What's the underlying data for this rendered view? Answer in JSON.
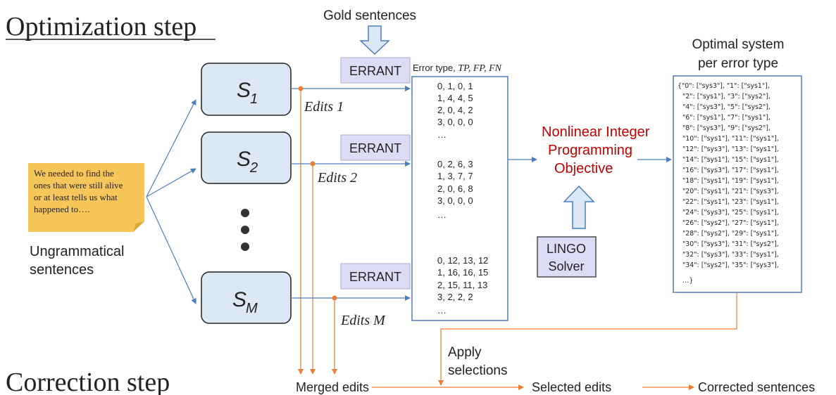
{
  "titles": {
    "optimization": "Optimization step",
    "correction": "Correction step"
  },
  "gold": "Gold sentences",
  "systems": [
    {
      "base": "S",
      "sub": "1"
    },
    {
      "base": "S",
      "sub": "2"
    },
    {
      "base": "S",
      "sub": "M"
    }
  ],
  "edits_labels": [
    "Edits 1",
    "Edits 2",
    "Edits M"
  ],
  "errant_label": "ERRANT",
  "note_lines": [
    "We needed to find the",
    "ones that were still alive",
    "or at least tells us what",
    "happened to…."
  ],
  "ungrammatical_lines": [
    "Ungrammatical",
    "sentences"
  ],
  "table_header": {
    "prefix": "Error type, ",
    "italic": "TP, FP, FN"
  },
  "table_groups": [
    [
      "0, 1, 0, 1",
      "1, 4, 4, 5",
      "2, 0, 4, 2",
      "3, 0, 0, 0",
      "…"
    ],
    [
      "0, 2, 6, 3",
      "1, 3, 7, 7",
      "2, 0, 6, 8",
      "3, 0, 0, 0",
      "…"
    ],
    [
      "0, 12, 13, 12",
      "1, 16, 16, 15",
      "2, 15, 11, 13",
      "3, 2, 2, 2",
      "…"
    ]
  ],
  "objective_lines": [
    "Nonlinear Integer",
    "Programming",
    "Objective"
  ],
  "solver_lines": [
    "LINGO",
    "Solver"
  ],
  "optimal_title_lines": [
    "Optimal system",
    "per error type"
  ],
  "optimal_lines": [
    "{\"0\": [\"sys3\"], \"1\": [\"sys1\"],",
    "\"2\": [\"sys1\"], \"3\": [\"sys2\"],",
    "\"4\": [\"sys3\"], \"5\": [\"sys2\"],",
    "\"6\": [\"sys1\"], \"7\": [\"sys1\"],",
    "\"8\": [\"sys3\"], \"9\": [\"sys2\"],",
    "\"10\": [\"sys1\"], \"11\": [\"sys1\"],",
    "\"12\": [\"sys3\"], \"13\": [\"sys1\"],",
    "\"14\": [\"sys1\"], \"15\": [\"sys1\"],",
    "\"16\": [\"sys3\"], \"17\": [\"sys1\"],",
    "\"18\": [\"sys1\"], \"19\": [\"sys1\"],",
    "\"20\": [\"sys1\"], \"21\": [\"sys3\"],",
    "\"22\": [\"sys1\"], \"23\": [\"sys1\"],",
    "\"24\": [\"sys3\"], \"25\": [\"sys1\"],",
    "\"26\": [\"sys2\"], \"27\": [\"sys1\"],",
    "\"28\": [\"sys2\"], \"29\": [\"sys1\"],",
    "\"30\": [\"sys3\"], \"31\": [\"sys2\"],",
    "\"32\": [\"sys3\"], \"33\": [\"sys1\"],",
    "\"34\": [\"sys2\"], \"35\": [\"sys3\"],",
    "…}"
  ],
  "apply_lines": [
    "Apply",
    "selections"
  ],
  "bottom": {
    "merged": "Merged edits",
    "selected": "Selected edits",
    "corrected": "Corrected sentences"
  },
  "colors": {
    "blue_line": "#4a7ebb",
    "orange": "#ed7d31",
    "box_fill": "#dce8f5",
    "errant_fill": "#dcdcf5",
    "objective_red": "#c00000",
    "note_yellow": "#f7c65a"
  }
}
